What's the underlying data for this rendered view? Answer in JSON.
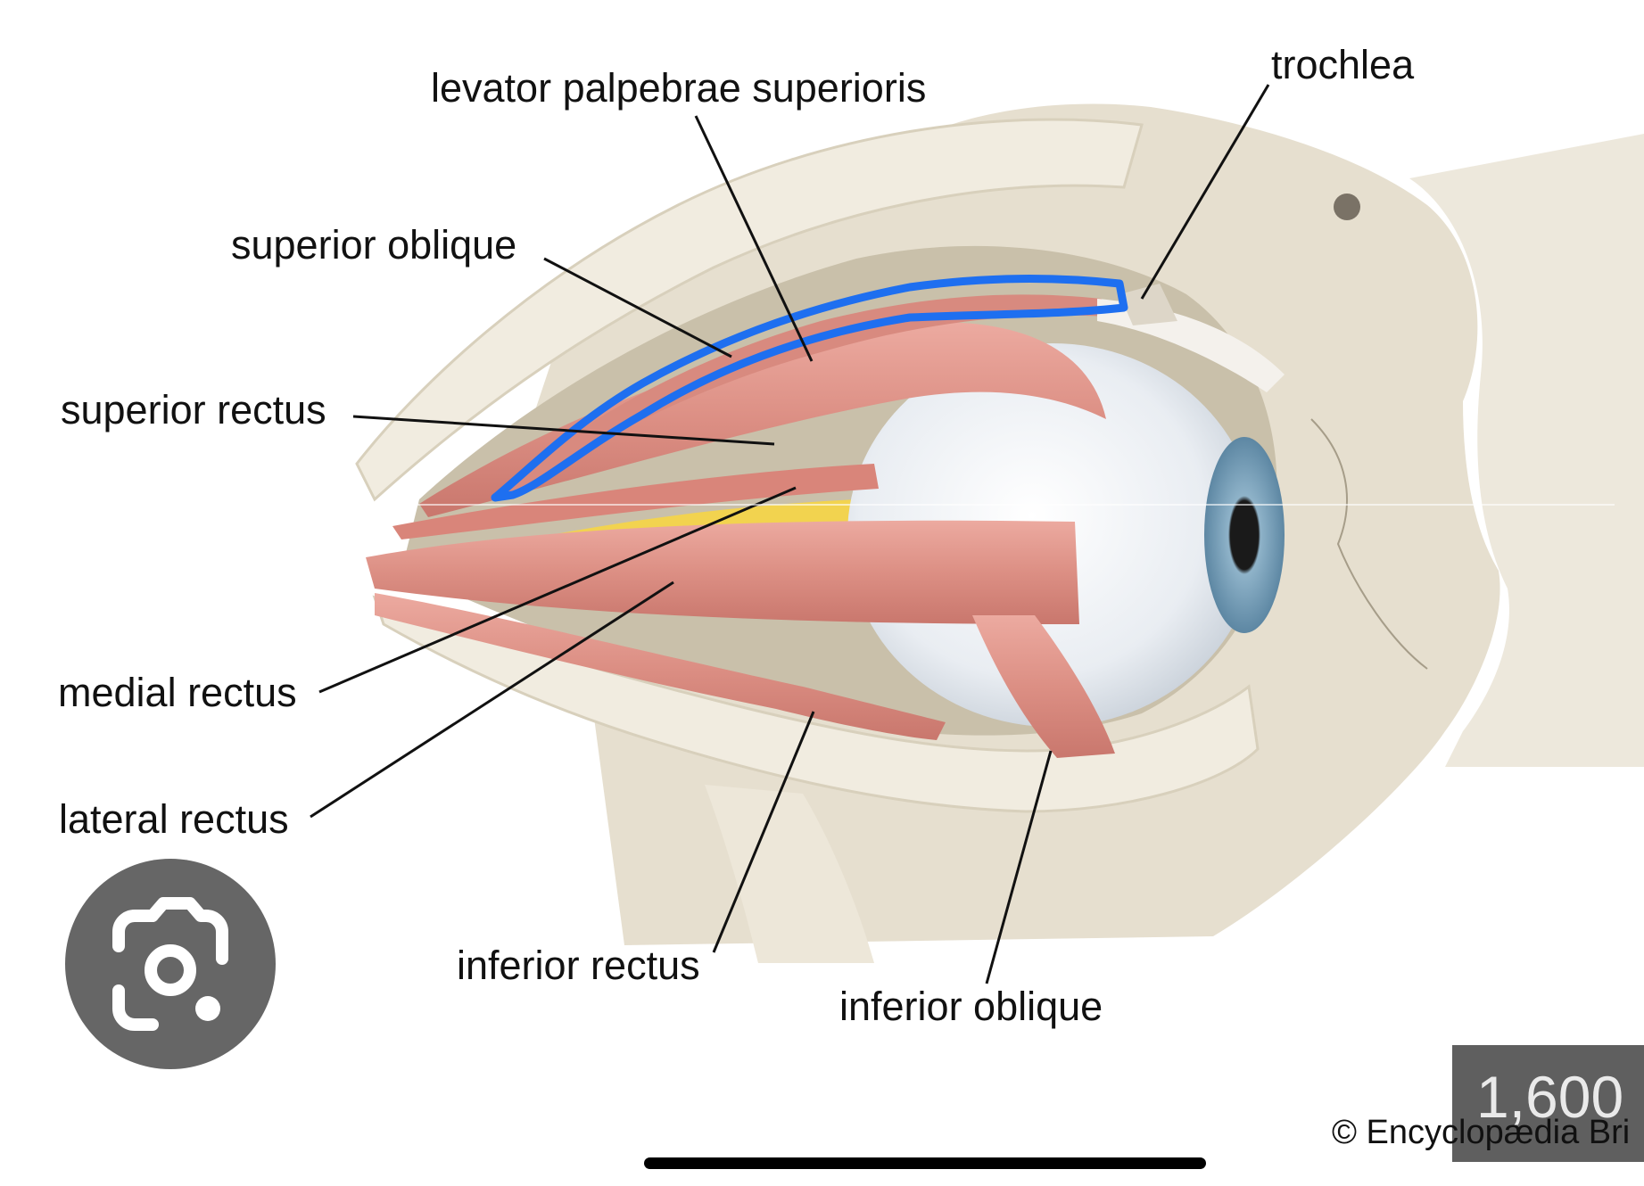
{
  "figure": {
    "labels": {
      "levator": "levator palpebrae superioris",
      "trochlea": "trochlea",
      "superior_oblique": "superior oblique",
      "superior_rectus": "superior rectus",
      "medial_rectus": "medial rectus",
      "lateral_rectus": "lateral rectus",
      "inferior_rectus": "inferior rectus",
      "inferior_oblique": "inferior oblique"
    },
    "credit": "© Encyclopædia Bri"
  },
  "overlay": {
    "image_size_text": "1,600 ×",
    "lens_icon": "google-lens-camera-icon"
  },
  "colors": {
    "highlight": "#1e6ff0",
    "muscle": "#e0958a",
    "nerve": "#f2d34f",
    "bone": "#ece6d6",
    "lens_button": "#666666"
  }
}
